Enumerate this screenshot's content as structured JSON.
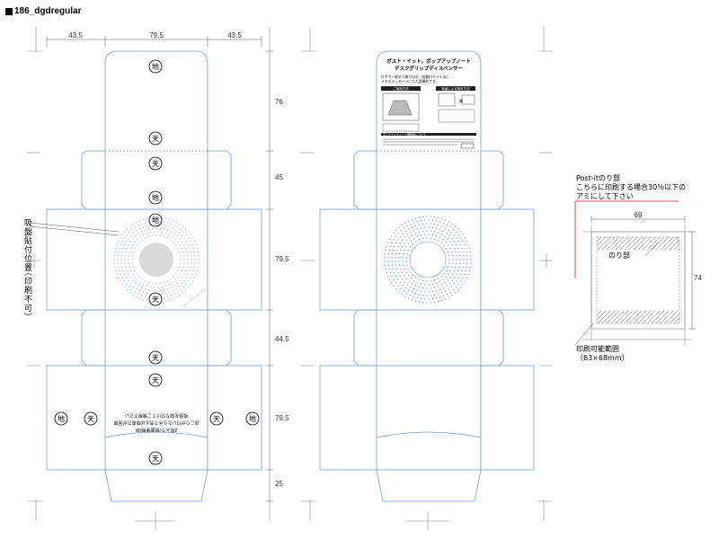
{
  "title": "186_dgdregular",
  "left_template": {
    "dims_top": [
      "43.5",
      "79.5",
      "43.5"
    ],
    "dims_right": [
      "76",
      "45",
      "79.5",
      "44.5",
      "79.5",
      "25"
    ],
    "kanji_earth": "地",
    "kanji_heaven": "天",
    "vertical_label_main": "吸盤貼付位置",
    "vertical_label_sub": "（印刷不可）",
    "inverted_lines": [
      "2枚入り/両面使用OK",
      "ほこりが付いたら水で洗えば吸着力が回復",
      "吸盤を取り付けてご使用下さい"
    ]
  },
  "center_template": {
    "product_title_1": "ポスト・イット。ポップアップノート",
    "product_title_2": "デスクグリップディスペンサー",
    "subtitle_1": "片手で一枚ずつ取り出せ、吸盤付ドバイスに",
    "subtitle_2": "メモもメッセージにも大変便利です。",
    "section_left": "ご使用方法",
    "section_right": "吸盤による固定方法",
    "bottom_note": "ポストイットノート補給品について"
  },
  "right_detail": {
    "note_line1": "Post-itのり部",
    "note_line2": "こちらに印刷する場合30％以下の",
    "note_line3": "アミにして下さい",
    "dim_width": "69",
    "dim_height": "74",
    "glue_label": "のり部",
    "print_area_line1": "印刷可能範囲",
    "print_area_line2": "（63×68mm）"
  },
  "colors": {
    "dieline": "#6f9fd0",
    "crop": "#888888",
    "highlight": "#d22030",
    "suction": "#d9d9d9"
  }
}
